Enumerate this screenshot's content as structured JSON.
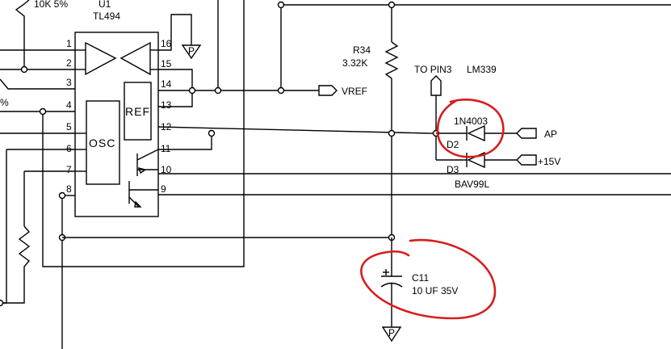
{
  "ic": {
    "top_text": "10K 5%",
    "ref_text": "U1",
    "part": "TL494",
    "osc_label": "OSC",
    "ref_block_label": "REF",
    "pins": [
      "1",
      "2",
      "3",
      "4",
      "5",
      "6",
      "7",
      "8",
      "9",
      "10",
      "11",
      "12",
      "13",
      "14",
      "15",
      "16"
    ]
  },
  "left_fragment": "%",
  "resistor": {
    "ref": "R34",
    "value": "3.32K"
  },
  "nets": {
    "vref": "VREF",
    "ap": "AP",
    "plus15": "+15V",
    "gnd": "P",
    "gnd_bottom": "P"
  },
  "note": {
    "to_pin": "TO PIN3",
    "target": "LM339"
  },
  "diodes": {
    "d2_part": "1N4003",
    "d2_ref": "D2",
    "d3_ref": "D3",
    "pair_part": "BAV99L"
  },
  "capacitor": {
    "ref": "C11",
    "value": "10 UF 35V"
  },
  "colors": {
    "ink": "#000000",
    "annotation": "#d61d1d",
    "background": "#ffffff"
  }
}
